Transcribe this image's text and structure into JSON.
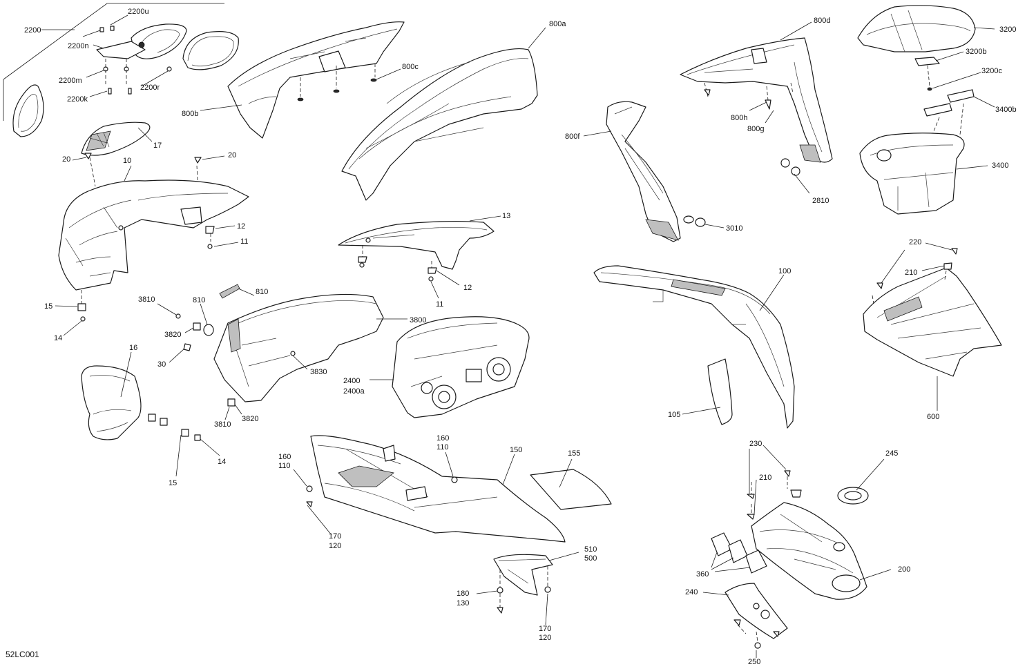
{
  "diagram_code": "52LC001",
  "callouts": {
    "c2200": "2200",
    "c2200u": "2200u",
    "c2200n": "2200n",
    "c2200m": "2200m",
    "c2200k": "2200k",
    "c2200r": "2200r",
    "c17": "17",
    "c20a": "20",
    "c20b": "20",
    "c10": "10",
    "c12a": "12",
    "c11a": "11",
    "c15a": "15",
    "c14a": "14",
    "c16": "16",
    "c15b": "15",
    "c14b": "14",
    "c800a": "800a",
    "c800b": "800b",
    "c800c": "800c",
    "c13": "13",
    "c12b": "12",
    "c11b": "11",
    "c3810a": "3810",
    "c810a": "810",
    "c810b": "810",
    "c3800": "3800",
    "c3820a": "3820",
    "c30": "30",
    "c3830": "3830",
    "c3810b": "3810",
    "c3820b": "3820",
    "c2400": "2400",
    "c2400a": "2400a",
    "c160a": "160",
    "c110a": "110",
    "c160b": "160",
    "c110b": "110",
    "c150": "150",
    "c155": "155",
    "c170a": "170",
    "c120a": "120",
    "c510": "510",
    "c500": "500",
    "c180": "180",
    "c130": "130",
    "c170b": "170",
    "c120b": "120",
    "c800d": "800d",
    "c800f": "800f",
    "c800h": "800h",
    "c800g": "800g",
    "c2810": "2810",
    "c3010": "3010",
    "c3200": "3200",
    "c3200b": "3200b",
    "c3200c": "3200c",
    "c3400b": "3400b",
    "c3400": "3400",
    "c100": "100",
    "c105": "105",
    "c220": "220",
    "c210a": "210",
    "c600": "600",
    "c230": "230",
    "c245": "245",
    "c210b": "210",
    "c200": "200",
    "c360": "360",
    "c240": "240",
    "c250": "250"
  }
}
